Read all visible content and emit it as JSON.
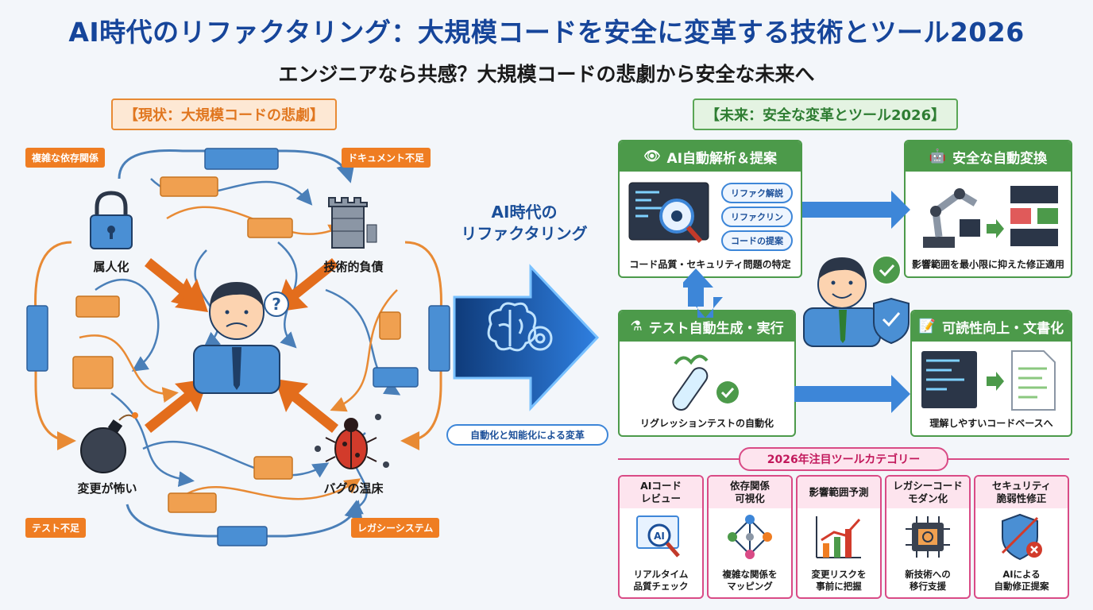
{
  "title": "AI時代のリファクタリング：大規模コードを安全に変革する技術とツール2026",
  "subtitle": "エンジニアなら共感？大規模コードの悲劇から安全な未来へ",
  "left": {
    "heading": "【現状：大規模コードの悲劇】",
    "callouts": {
      "dependency": "複雑な依存関係",
      "docs": "ドキュメント不足",
      "tests": "テスト不足",
      "legacy": "レガシーシステム"
    },
    "labels": {
      "silo": "属人化",
      "debt": "技術的負債",
      "fear": "変更が怖い",
      "bugs": "バグの温床"
    }
  },
  "center": {
    "title_line1": "AI時代の",
    "title_line2": "リファクタリング",
    "caption": "自動化と知能化による変革"
  },
  "right": {
    "heading": "【未来：安全な変革とツール2026】",
    "cards": {
      "analysis": {
        "title": "AI自動解析＆提案",
        "pills": [
          "リファク解説",
          "リファクリン",
          "コードの提案"
        ],
        "caption": "コード品質・セキュリティ問題の特定"
      },
      "transform": {
        "title": "安全な自動変換",
        "caption": "影響範囲を最小限に抑えた修正適用"
      },
      "testing": {
        "title": "テスト自動生成・実行",
        "caption": "リグレッションテストの自動化"
      },
      "readability": {
        "title": "可読性向上・文書化",
        "caption": "理解しやすいコードベースへ"
      }
    },
    "tools_title": "2026年注目ツールカテゴリー",
    "tools": [
      {
        "head1": "AIコード",
        "head2": "レビュー",
        "cap1": "リアルタイム",
        "cap2": "品質チェック",
        "icon": "magnifier-icon"
      },
      {
        "head1": "依存関係",
        "head2": "可視化",
        "cap1": "複雑な関係を",
        "cap2": "マッピング",
        "icon": "network-icon"
      },
      {
        "head1": "影響範囲予測",
        "head2": "",
        "cap1": "変更リスクを",
        "cap2": "事前に把握",
        "icon": "chart-icon"
      },
      {
        "head1": "レガシーコード",
        "head2": "モダン化",
        "cap1": "新技術への",
        "cap2": "移行支援",
        "icon": "chip-icon"
      },
      {
        "head1": "セキュリティ",
        "head2": "脆弱性修正",
        "cap1": "AIによる",
        "cap2": "自動修正提案",
        "icon": "shield-icon"
      }
    ]
  },
  "colors": {
    "title": "#16459a",
    "orange": "#ef7d22",
    "blue": "#3d86d8",
    "green": "#4c9a4a",
    "pink": "#d94b86"
  }
}
